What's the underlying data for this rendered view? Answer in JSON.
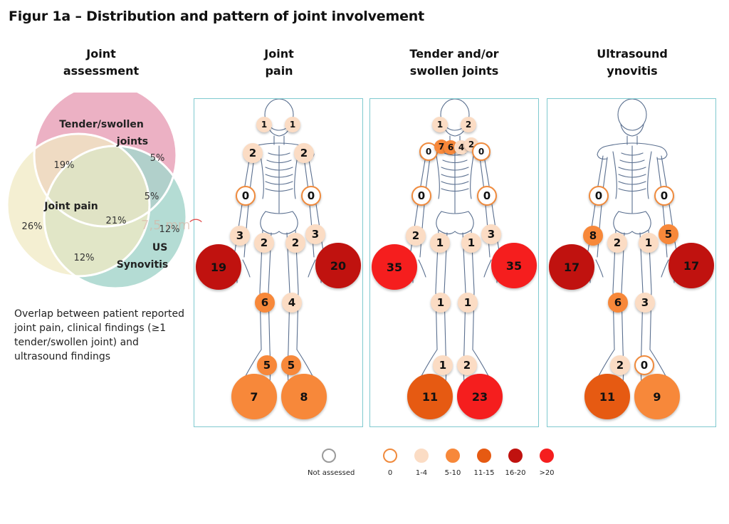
{
  "title": "Figur 1a – Distribution and pattern of joint involvement",
  "columns": {
    "assessment": "Joint\nassessment",
    "pain": "Joint\npain",
    "tender": "Tender and/or\nswollen joints",
    "us": "Ultrasound\nynovitis"
  },
  "venn": {
    "sets": [
      "Tender/swollen\njoints",
      "Joint pain",
      "US\nSynovitis"
    ],
    "regions": {
      "tender_only": "5%",
      "pain_tender": "19%",
      "tender_us": "5%",
      "all_three": "21%",
      "pain_only": "26%",
      "us_only": "12%",
      "pain_us": "12%"
    },
    "overlay_text": "7,5 mm"
  },
  "note": "Overlap between patient reported joint pain, clinical findings (≥1 tender/swollen joint) and ultrasound findings",
  "panels": {
    "pain": {
      "jaw": [
        "1",
        "1"
      ],
      "shoulder": [
        "2",
        "2"
      ],
      "elbow": [
        "0",
        "0"
      ],
      "wrist": [
        "3",
        "3"
      ],
      "hip": [
        "2",
        "2"
      ],
      "hand": [
        "19",
        "20"
      ],
      "knee": [
        "6",
        "4"
      ],
      "ankle": [
        "5",
        "5"
      ],
      "foot": [
        "7",
        "8"
      ]
    },
    "tender": {
      "jaw": [
        "1",
        "2"
      ],
      "sternal": [
        "0",
        "7",
        "6",
        "4",
        "2",
        "0"
      ],
      "elbow": [
        "0",
        "0"
      ],
      "wrist": [
        "2",
        "3"
      ],
      "hip": [
        "1",
        "1"
      ],
      "hand": [
        "35",
        "35"
      ],
      "knee": [
        "1",
        "1"
      ],
      "ankle": [
        "1",
        "2"
      ],
      "foot": [
        "11",
        "23"
      ]
    },
    "us": {
      "elbow": [
        "0",
        "0"
      ],
      "wrist": [
        "8",
        "5"
      ],
      "hip": [
        "2",
        "1"
      ],
      "hand": [
        "17",
        "17"
      ],
      "knee": [
        "6",
        "3"
      ],
      "ankle": [
        "2",
        "0"
      ],
      "foot": [
        "11",
        "9"
      ]
    }
  },
  "legend": [
    {
      "label": "Not assessed",
      "color": "#ffffff",
      "border": "#9a9a9a"
    },
    {
      "label": "0",
      "color": "#ffffff",
      "border": "#f08a3c"
    },
    {
      "label": "1-4",
      "color": "#fbdcc4",
      "border": "#fbdcc4"
    },
    {
      "label": "5-10",
      "color": "#f7883a",
      "border": "#f7883a"
    },
    {
      "label": "11-15",
      "color": "#e65a12",
      "border": "#e65a12"
    },
    {
      "label": "16-20",
      "color": "#c0120f",
      "border": "#c0120f"
    },
    {
      "label": ">20",
      "color": "#f51e1e",
      "border": "#f51e1e"
    }
  ],
  "colors": {
    "not_assessed": "#ffffff",
    "zero_ring": "#f08a3c",
    "c1_4": "#fbdcc4",
    "c5_10": "#f7883a",
    "c11_15": "#e65a12",
    "c16_20": "#c0120f",
    "c20p": "#f51e1e",
    "venn_tender": "#e9a3ba",
    "venn_pain": "#f0eac3",
    "venn_us": "#a7d6cc",
    "panel_border": "#7fc9cf"
  }
}
